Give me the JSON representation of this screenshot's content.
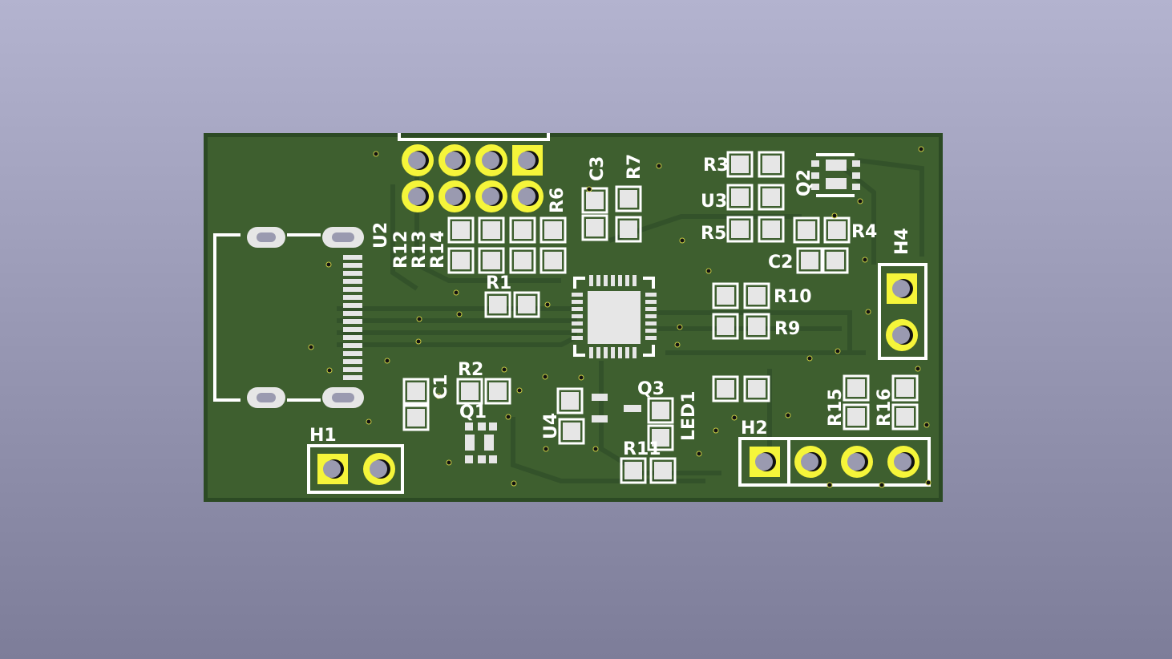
{
  "viewer": {
    "board_color": "#3e5f2f",
    "copper_color": "#f5f53a",
    "pad_color": "#e6e6e6",
    "silk_color": "#ffffff"
  },
  "labels": {
    "U2": "U2",
    "R12": "R12",
    "R13": "R13",
    "R14": "R14",
    "R6": "R6",
    "C3": "C3",
    "R7": "R7",
    "R1": "R1",
    "R2": "R2",
    "C1": "C1",
    "Q1": "Q1",
    "U4": "U4",
    "Q3": "Q3",
    "LED1": "LED1",
    "R11": "R11",
    "H1": "H1",
    "H2": "H2",
    "H4": "H4",
    "R3": "R3",
    "U3": "U3",
    "R5": "R5",
    "R4": "R4",
    "C2": "C2",
    "Q2": "Q2",
    "R10": "R10",
    "R9": "R9",
    "R15": "R15",
    "R16": "R16"
  }
}
